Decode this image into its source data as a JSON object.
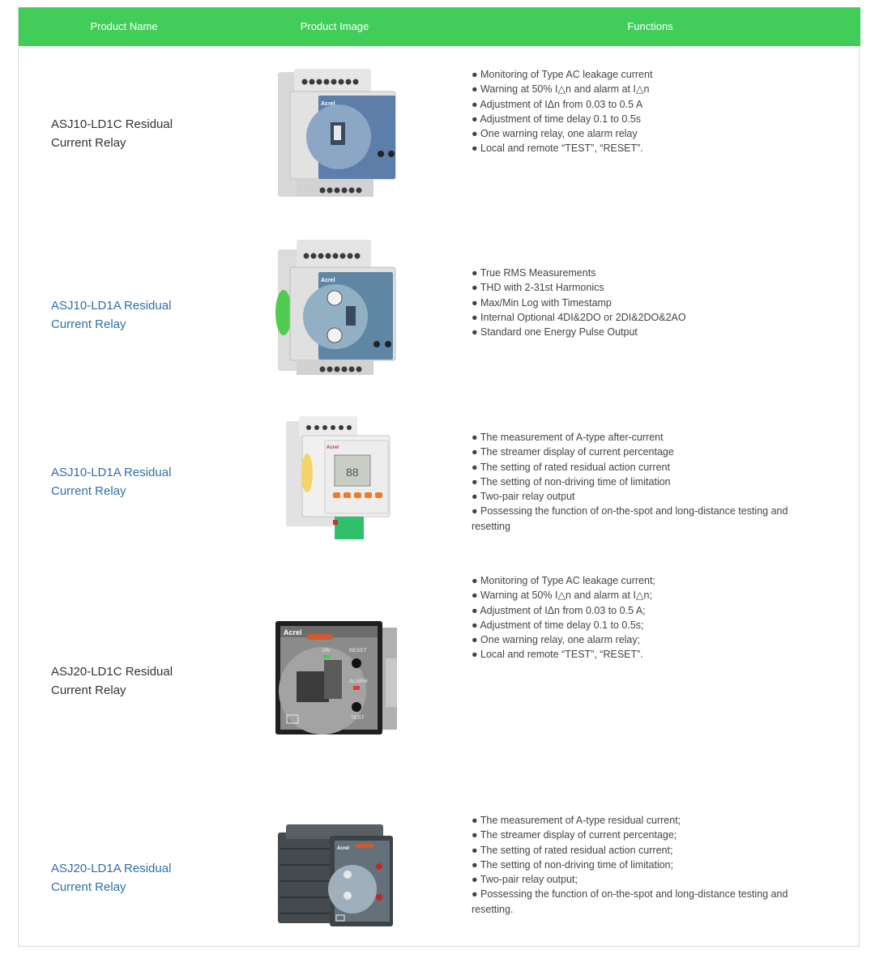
{
  "header": {
    "product_name": "Product Name",
    "product_image": "Product Image",
    "functions": "Functions"
  },
  "products": [
    {
      "name": "ASJ10-LD1C Residual Current Relay",
      "functions": [
        "● Monitoring of Type AC leakage current",
        "● Warning at 50% I△n and alarm at I△n",
        "● Adjustment of IΔn from 0.03 to 0.5 A",
        "● Adjustment of time delay 0.1 to 0.5s",
        "● One warning relay, one alarm relay",
        "● Local and remote “TEST”, “RESET”."
      ]
    },
    {
      "name": "ASJ10-LD1A Residual Current Relay",
      "functions": [
        "● True RMS Measurements",
        "● THD with 2-31st Harmonics",
        "● Max/Min Log with Timestamp",
        "● Internal Optional 4DI&2DO or 2DI&2DO&2AO",
        "● Standard one Energy Pulse Output"
      ]
    },
    {
      "name": "ASJ10-LD1A Residual Current Relay",
      "functions": [
        "● The measurement of A-type after-current",
        "● The streamer display of current percentage",
        "● The setting of rated residual action current",
        "● The setting of non-driving time of limitation",
        "● Two-pair relay output",
        "● Possessing the function of on-the-spot and long-distance testing and resetting"
      ]
    },
    {
      "name": "ASJ20-LD1C Residual Current Relay",
      "functions": [
        "● Monitoring of Type AC leakage current;",
        "● Warning at 50% I△n and alarm at I△n;",
        "● Adjustment of IΔn from 0.03 to 0.5 A;",
        "● Adjustment of time delay 0.1 to 0.5s;",
        "● One warning relay, one alarm relay;",
        "● Local and remote “TEST”, “RESET”."
      ]
    },
    {
      "name": "ASJ20-LD1A Residual Current Relay",
      "functions": [
        "● The measurement of A-type residual current;",
        "● The streamer display of current percentage;",
        "● The setting of rated residual action current;",
        "● The setting of non-driving time of limitation;",
        "● Two-pair relay output;",
        "● Possessing the function of on-the-spot and long-distance testing and resetting."
      ]
    }
  ],
  "device_labels": {
    "brand": "Acrel",
    "reset": "RESET",
    "alarm": "ALARM",
    "test": "TEST",
    "on": "ON"
  },
  "colors": {
    "header_bg": "#42cd5b",
    "link": "#2f6ea8",
    "text": "#333333"
  }
}
